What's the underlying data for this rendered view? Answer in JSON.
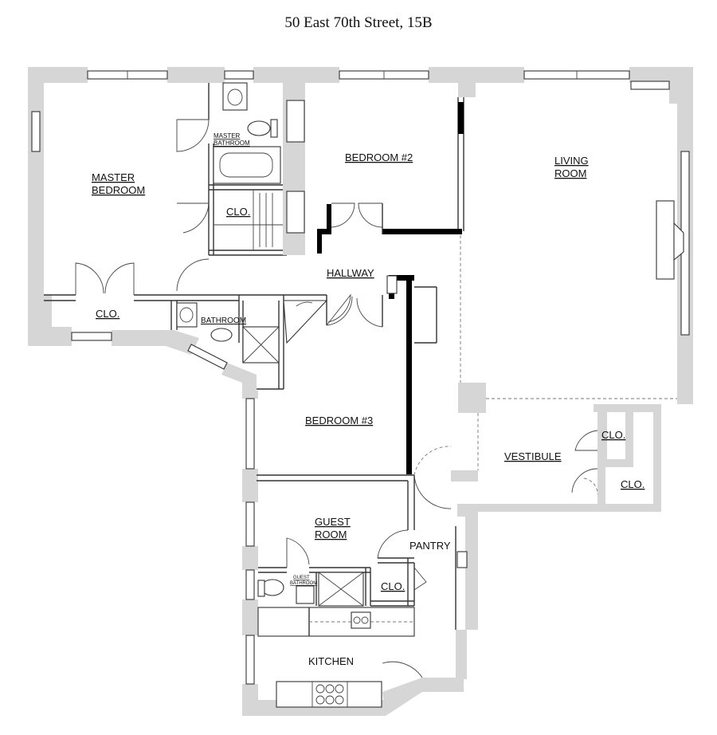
{
  "title": "50 East 70th Street, 15B",
  "rooms": {
    "master_bedroom": [
      "MASTER",
      "BEDROOM"
    ],
    "master_bathroom": [
      "MASTER",
      "BATHROOM"
    ],
    "closet_master_bath": "CLO.",
    "closet_master_bedroom": "CLO.",
    "bedroom_2": "BEDROOM #2",
    "living_room": [
      "LIVING",
      "ROOM"
    ],
    "hallway": "HALLWAY",
    "bathroom": "BATHROOM",
    "bedroom_3": "BEDROOM #3",
    "vestibule": "VESTIBULE",
    "closet_vestibule_upper": "CLO.",
    "closet_vestibule_lower": "CLO.",
    "guest_room": [
      "GUEST",
      "ROOM"
    ],
    "pantry": "PANTRY",
    "guest_bathroom": [
      "GUEST",
      "BATHROOM"
    ],
    "closet_pantry": "CLO.",
    "kitchen": "KITCHEN"
  }
}
